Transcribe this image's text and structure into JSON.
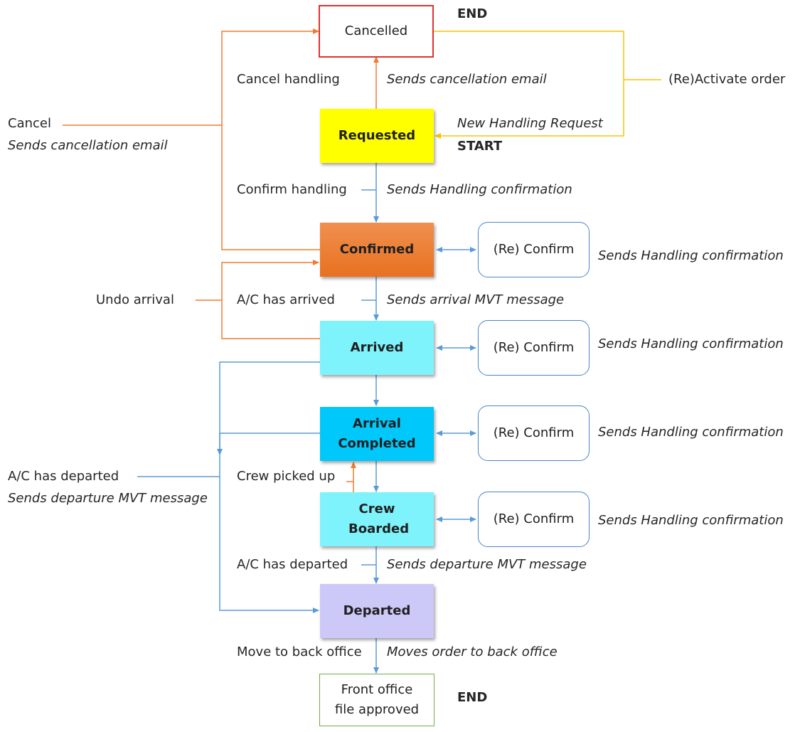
{
  "colors": {
    "orange": "#ed7d31",
    "yellow": "#ffc000",
    "blue": "#5b9bd5",
    "cancelled_border": "#e03030",
    "approved_border": "#70ad47",
    "requested_fill": "#ffff00",
    "confirmed_fill": "#ed7d31",
    "arrived_fill": "#7ef3fc",
    "arrival_completed_fill": "#00c8fa",
    "crew_boarded_fill": "#7ef3fc",
    "departed_fill": "#ccc8f8"
  },
  "states": {
    "cancelled": "Cancelled",
    "requested": "Requested",
    "confirmed": "Confirmed",
    "arrived": "Arrived",
    "arrival_completed": "Arrival Completed",
    "crew_boarded": "Crew Boarded",
    "departed": "Departed",
    "approved": "Front office file approved"
  },
  "reconfirm": {
    "label": "(Re) Confirm",
    "action": "Sends Handling confirmation"
  },
  "markers": {
    "end": "END",
    "start": "START"
  },
  "transitions": {
    "cancel_handling": "Cancel handling",
    "cancel_handling_action": "Sends cancellation email",
    "reactivate": "(Re)Activate order",
    "new_request": "New Handling Request",
    "cancel": "Cancel",
    "cancel_action": "Sends cancellation email",
    "confirm_handling": "Confirm handling",
    "confirm_handling_action": "Sends Handling confirmation",
    "undo_arrival": "Undo arrival",
    "ac_arrived": "A/C has arrived",
    "ac_arrived_action": "Sends arrival MVT message",
    "ac_departed_left": "A/C has departed",
    "ac_departed_left_action": "Sends departure MVT message",
    "crew_picked_up": "Crew picked up",
    "ac_departed": "A/C has departed",
    "ac_departed_action": "Sends departure MVT message",
    "move_back_office": "Move to back office",
    "move_back_office_action": "Moves order to back office"
  }
}
